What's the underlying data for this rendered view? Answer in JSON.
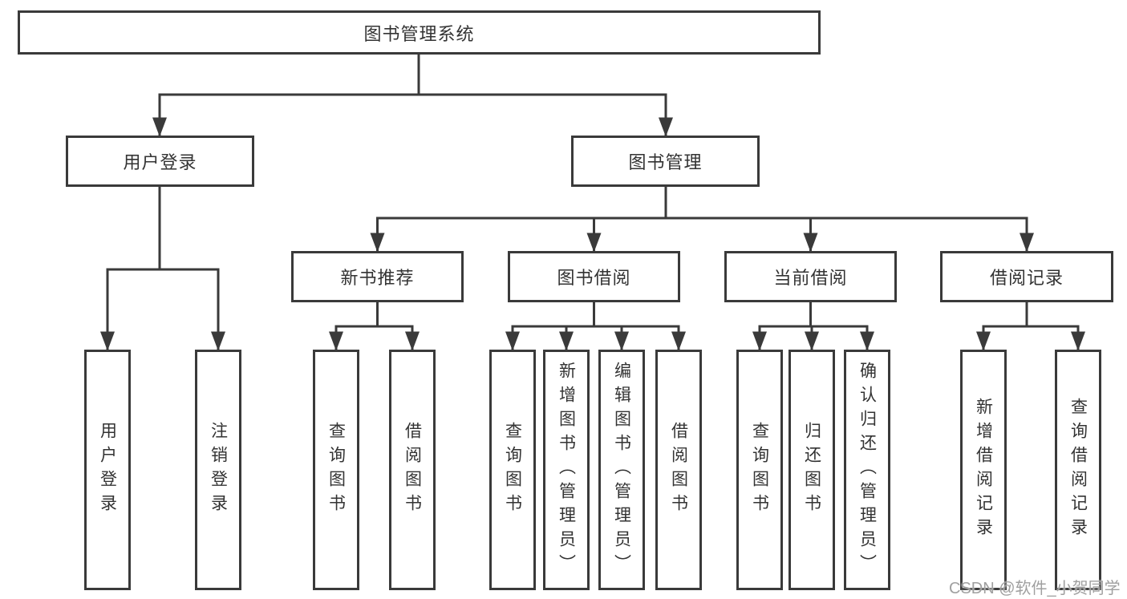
{
  "diagram": {
    "root": {
      "label": "图书管理系统"
    },
    "level2": {
      "user_login": {
        "label": "用户登录"
      },
      "book_management": {
        "label": "图书管理"
      }
    },
    "level3": {
      "new_book_recommend": {
        "label": "新书推荐"
      },
      "book_borrowing": {
        "label": "图书借阅"
      },
      "current_borrowing": {
        "label": "当前借阅"
      },
      "borrowing_records": {
        "label": "借阅记录"
      }
    },
    "leaves": {
      "user_login_leaf": {
        "label": "用户登录"
      },
      "logout_leaf": {
        "label": "注销登录"
      },
      "nbr_query_books": {
        "label": "查询图书"
      },
      "nbr_borrow_books": {
        "label": "借阅图书"
      },
      "bb_query_books": {
        "label": "查询图书"
      },
      "bb_add_books_admin": {
        "label": "新增图书（管理员）"
      },
      "bb_edit_books_admin": {
        "label": "编辑图书（管理员）"
      },
      "bb_borrow_books": {
        "label": "借阅图书"
      },
      "cb_query_books": {
        "label": "查询图书"
      },
      "cb_return_books": {
        "label": "归还图书"
      },
      "cb_confirm_return_admin": {
        "label": "确认归还（管理员）"
      },
      "br_add_record": {
        "label": "新增借阅记录"
      },
      "br_query_record": {
        "label": "查询借阅记录"
      }
    }
  },
  "watermark": {
    "text": "CSDN @软件_小贺同学"
  },
  "colors": {
    "line": "#3a3a3a",
    "text": "#333333",
    "box_background": "#ffffff",
    "watermark": "#a0a0a0",
    "background": "#ffffff"
  }
}
